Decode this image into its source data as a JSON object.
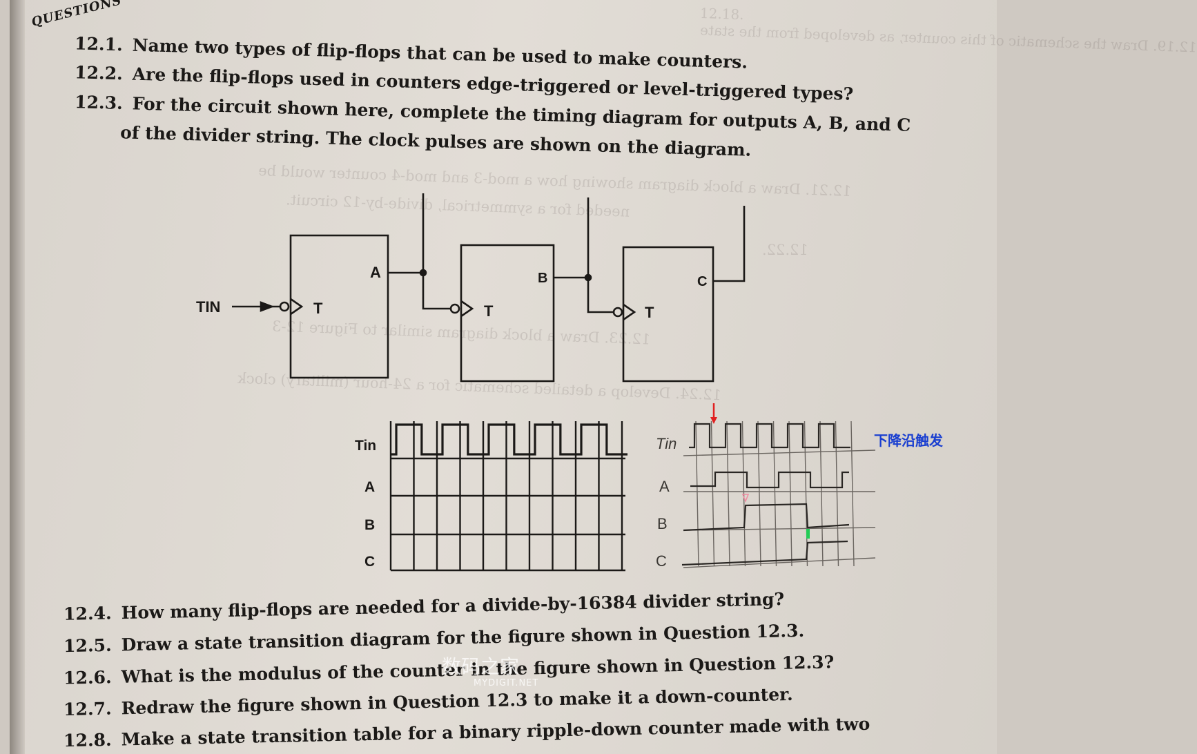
{
  "section_heading": "QUESTIONS",
  "questions": [
    {
      "number": "12.1.",
      "text": "Name two types of flip-flops that can be used to make counters."
    },
    {
      "number": "12.2.",
      "text": "Are the flip-flops used in counters edge-triggered or level-triggered types?"
    },
    {
      "number": "12.3.",
      "text": "For the circuit shown here, complete the timing diagram for outputs A, B, and C"
    },
    {
      "number": "",
      "text": "of the divider string. The clock pulses are shown on the diagram."
    },
    {
      "number": "12.4.",
      "text": "How many flip-flops are needed for a divide-by-16384 divider string?"
    },
    {
      "number": "12.5.",
      "text": "Draw a state transition diagram for the figure shown in Question 12.3."
    },
    {
      "number": "12.6.",
      "text": "What is the modulus of the counter in the figure shown in Question 12.3?"
    },
    {
      "number": "12.7.",
      "text": "Redraw the figure shown in Question 12.3 to make it a down-counter."
    },
    {
      "number": "12.8.",
      "text": "Make a state transition table for a binary ripple-down counter made with two"
    }
  ],
  "background_show_through": [
    "12.18.",
    "12.19. Draw the schematic of this counter, as developed from the state",
    "12.21. Draw a block diagram showing how a mod-3 and mod-4 counter would be",
    "needed for a symmetrical, divide-by-12 circuit.",
    "12.22.",
    "12.23. Draw a block diagram similar to Figure 12-3",
    "12.24. Develop a detailed schematic for a 24-hour (military) clock"
  ],
  "circuit": {
    "input_label": "TIN",
    "flipflops": [
      {
        "output": "A",
        "input": "T"
      },
      {
        "output": "B",
        "input": "T"
      },
      {
        "output": "C",
        "input": "T"
      }
    ]
  },
  "timing_diagram": {
    "signals": [
      "Tin",
      "A",
      "B",
      "C"
    ],
    "clock_pulses": 5
  },
  "handwritten": {
    "signals": [
      "Tin",
      "A",
      "B",
      "C"
    ],
    "annotation": "下降沿触发",
    "annotation_color": "#1a3fd0",
    "marker_colors": [
      "#e02020",
      "#f08aa0",
      "#22cc55"
    ]
  },
  "watermark": {
    "text": "数码之家",
    "sub": "MYDIGIT.NET"
  }
}
